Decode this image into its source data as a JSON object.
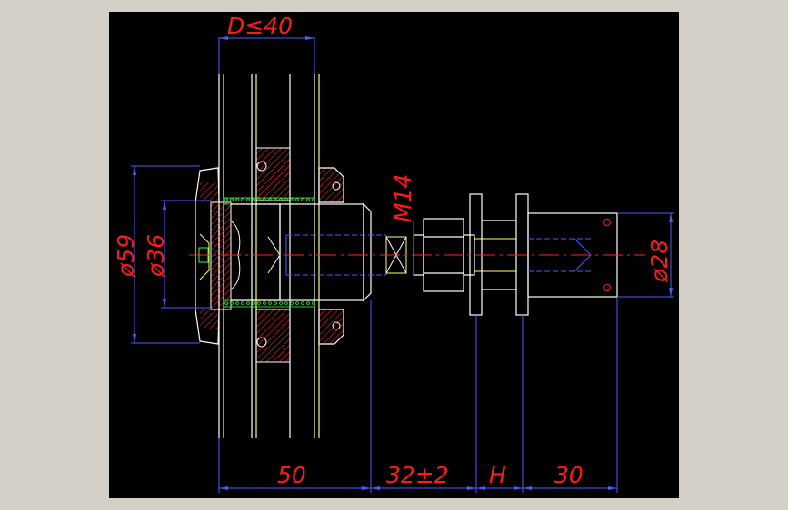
{
  "drawing": {
    "colors": {
      "background": "#000000",
      "frame": "#d4d0c8",
      "outline_white": "#ffffff",
      "outline_yellow": "#ffff66",
      "dimension_blue": "#4a5cff",
      "text_red": "#ff1a1a",
      "hatch_red": "#ff2222",
      "center_red": "#ff2222",
      "green_gasket": "#33ff33"
    },
    "labels": {
      "glass_thickness": "D≤40",
      "outer_diameter": "ø59",
      "inner_diameter": "ø36",
      "thread": "M14",
      "end_diameter": "ø28",
      "len_body": "50",
      "len_adjust": "32±2",
      "len_h": "H",
      "len_end": "30"
    }
  }
}
